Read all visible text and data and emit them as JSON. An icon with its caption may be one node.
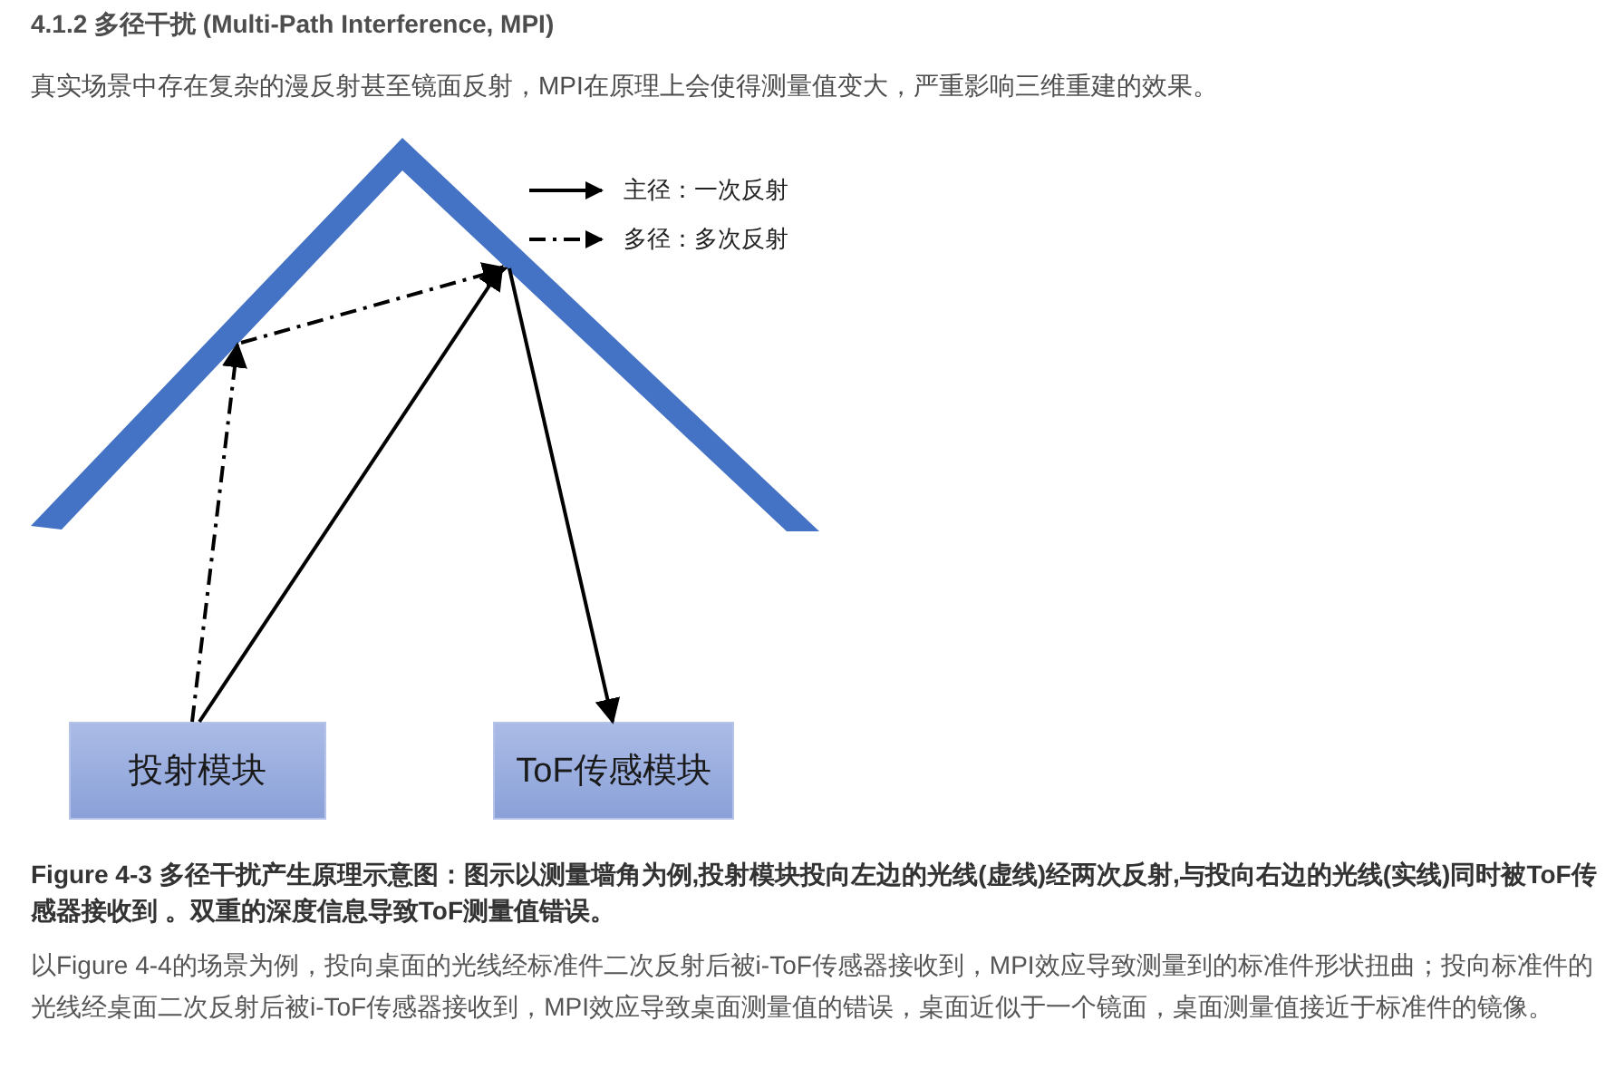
{
  "diagram": {
    "title": "4.1.2 多径干扰 (Multi-Path Interference, MPI)",
    "caption": "Figure 4-3 多径干扰产生原理示意图：图示以测量墙角为例,投射模块投向左边的光线(虚线)经两次反射,与投向右边的光线(实线)同时被ToF传感器接收到 。双重的深度信息导致ToF测量值错误。",
    "nodes": [
      {
        "text": [],
        "shape": "bar"
      },
      {
        "text": [],
        "shape": "bar"
      },
      {
        "text": [
          "投射模块"
        ]
      },
      {
        "text": [
          "ToF传感模块"
        ]
      }
    ],
    "edges": [
      {
        "from": 2,
        "to": 0,
        "arrow": "to",
        "style": "dashed"
      },
      {
        "from": 0,
        "to": 1,
        "arrow": "to",
        "style": "dashed"
      },
      {
        "from": 2,
        "to": 1,
        "arrow": "to"
      },
      {
        "from": 1,
        "to": 3,
        "arrow": "to"
      }
    ],
    "labels": [
      "真实场景中存在复杂的漫反射甚至镜面反射，MPI在原理上会使得测量值变大，严重影响三维重建的效果。",
      "以Figure 4-4的场景为例，投向桌面的光线经标准件二次反射后被i-ToF传感器接收到，MPI效应导致测量到的标准件形状扭曲；投向标准件的光线经桌面二次反射后被i-ToF传感器接收到，MPI效应导致桌面测量值的错误，桌面近似于一个镜面，桌面测量值接近于标准件的镜像。"
    ],
    "legend": [
      {
        "text": "主径：一次反射"
      },
      {
        "text": "多径：多次反射"
      }
    ]
  }
}
